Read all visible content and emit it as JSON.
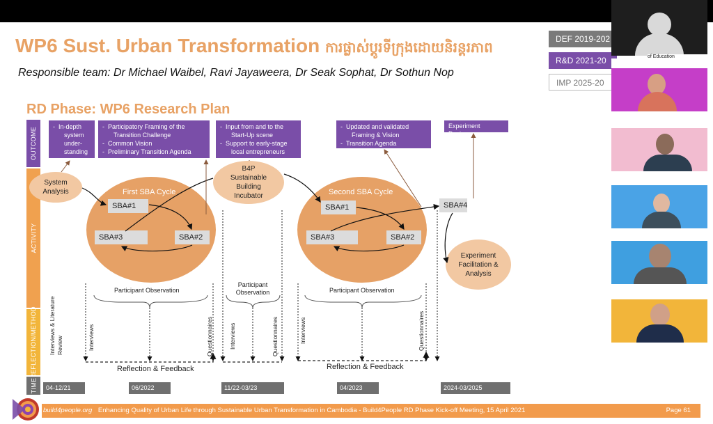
{
  "slide": {
    "title": "WP6 Sust. Urban Transformation",
    "title_khmer": "ការផ្លាស់ប្តូរទីក្រុងដោយនិរន្តរភាព",
    "responsible_team": "Responsible team: Dr Michael Waibel, Ravi Jayaweera, Dr Seak Sophat, Dr Sothun Nop",
    "phase_buttons": [
      "DEF 2019-202",
      "R&D 2021-20",
      "IMP 2025-20"
    ],
    "rd_title": "RD Phase: WP6 Research Plan",
    "axis_labels": [
      "OUTCOME",
      "ACTIVITY",
      "REFLECTION/METHOD",
      "TIME"
    ],
    "outcomes": [
      [
        "In-depth",
        "system",
        "under-",
        "standing"
      ],
      [
        "Participatory Framing of the",
        "Transition Challenge",
        "Common Vision",
        "Preliminary Transition Agenda"
      ],
      [
        "Input from and to the",
        "Start-Up scene",
        "Support to early-stage",
        "local entrepreneurs"
      ],
      [
        "Updated and validated",
        "Framing & Vision",
        "Transition Agenda"
      ],
      [
        "Experiment Designs"
      ]
    ],
    "system_analysis": "System Analysis",
    "first_cycle": "First SBA Cycle",
    "second_cycle": "Second SBA Cycle",
    "sba1": "SBA#1",
    "sba2": "SBA#2",
    "sba3": "SBA#3",
    "sba4": "SBA#4",
    "b4p": "B4P Sustainable Building Incubator",
    "experiment": "Experiment Facilitation & Analysis",
    "participant_observation": "Participant Observation",
    "participant_observation_2": "Participant Observation",
    "interviews_lit": "Interviews & Literature Review",
    "interviews": "Interviews",
    "questionnaires": "Questionnaires",
    "reflection_feedback": "Reflection & Feedback",
    "times": [
      "04-12/21",
      "06/2022",
      "11/22-03/23",
      "04/2023",
      "2024-03/2025"
    ],
    "footer_brand": "build4people.org",
    "footer_text": "Enhancing Quality of Urban Life through Sustainable Urban Transformation in Cambodia - Build4People RD Phase Kick-off Meeting, 15 April 2021",
    "page": "Page 61"
  },
  "video_panel": {
    "top_label": "of Education",
    "participants": [
      "participant-1",
      "participant-2",
      "participant-3",
      "participant-4",
      "participant-5"
    ]
  },
  "colors": {
    "orange": "#e8a265",
    "purple": "#7a4ea8",
    "axis_orange": "#f0a14f",
    "axis_yellow": "#f2b53a"
  }
}
